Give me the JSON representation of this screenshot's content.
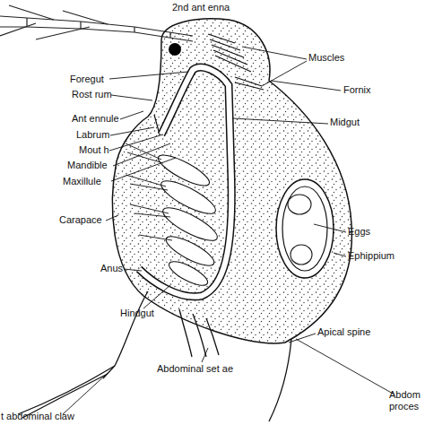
{
  "diagram": {
    "labels": [
      "2nd ant enna",
      "Foregut",
      "Rost rum",
      "Ant ennule",
      "Labrum",
      "Mout h",
      "Mandible",
      "Maxillule",
      "Carapace",
      "Anus",
      "Hindgut",
      "t abdominal claw",
      "Abdominal set ae",
      "Apical spine",
      "Abdom proces",
      "Muscles",
      "Fornix",
      "Midgut",
      "Eggs",
      "Ephippium"
    ]
  }
}
